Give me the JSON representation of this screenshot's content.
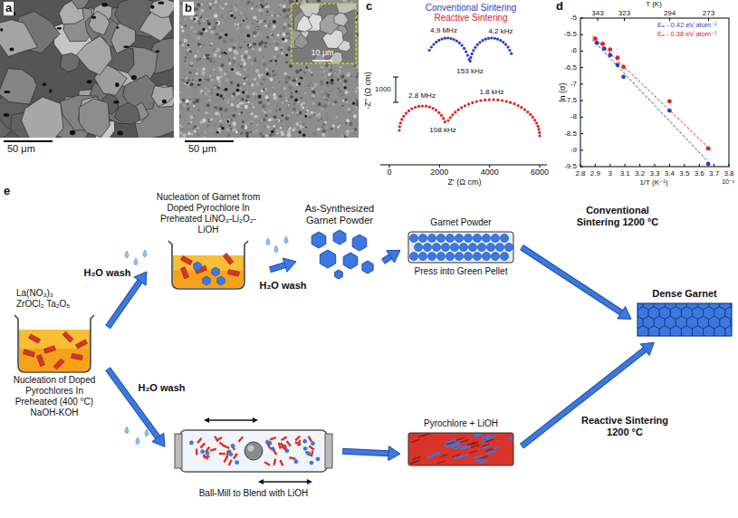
{
  "diagram": {
    "nodes": [
      {
        "text": [
          "La(NO₃)₃ ZrOCl₂ Ta₂O₅",
          "Nucleation of Doped Pyrochlores In Preheated (400 °C) NaOH-KOH"
        ]
      },
      {
        "text": [
          "Nucleation of Garnet from Doped Pyrochlore In Preheated LiNO₃-Li₂O₂-LiOH"
        ]
      },
      {
        "text": [
          "As-Synthesized Garnet Powder"
        ]
      },
      {
        "text": [
          "Garnet Powder",
          "Press into Green Pellet"
        ]
      },
      {
        "text": [
          "Dense Garnet"
        ]
      },
      {
        "text": [
          "Ball-Mill to Blend with LiOH"
        ]
      },
      {
        "text": [
          "Pyrochlore + LiOH"
        ]
      }
    ],
    "edges": [
      {
        "from": 0,
        "to": 1,
        "label": "H₂O wash",
        "arrow": "to"
      },
      {
        "from": 0,
        "to": 5,
        "label": "H₂O wash",
        "arrow": "to"
      },
      {
        "from": 1,
        "to": 2,
        "label": "H₂O wash",
        "arrow": "to"
      },
      {
        "from": 2,
        "to": 3,
        "arrow": "to"
      },
      {
        "from": 3,
        "to": 4,
        "arrow": "to"
      },
      {
        "from": 5,
        "to": 6,
        "arrow": "to"
      },
      {
        "from": 6,
        "to": 4,
        "arrow": "to"
      }
    ],
    "labels": [
      "a",
      "b",
      "c",
      "d",
      "e",
      "50 μm",
      "50 μm",
      "10 μm",
      "Conventional Sintering",
      "Reactive Sintering",
      "4.9 MHz",
      "4.2 kHz",
      "153 kHz",
      "2.8 MHz",
      "1.8 kHz",
      "108 kHz",
      "-Z'' (Ω cm)",
      "1000",
      "0",
      "2000",
      "4000",
      "6000",
      "Z' (Ω cm)",
      "T (K)",
      "343",
      "323",
      "294",
      "273",
      "-5",
      "-5.5",
      "-6",
      "-6.5",
      "-7",
      "-7.5",
      "-8",
      "-8.5",
      "-9",
      "-9.5",
      "2.8",
      "2.9",
      "3",
      "3.1",
      "3.2",
      "3.3",
      "3.4",
      "3.5",
      "3.6",
      "3.7",
      "3.8",
      "ln (σ)",
      "1/T (K⁻¹)",
      "10⁻³",
      "Eₐ - 0.42 eV atom⁻¹",
      "Eₐ - 0.38 eV atom⁻¹",
      "Conventional Sintering 1200 °C",
      "Reactive Sintering 1200 °C"
    ]
  }
}
